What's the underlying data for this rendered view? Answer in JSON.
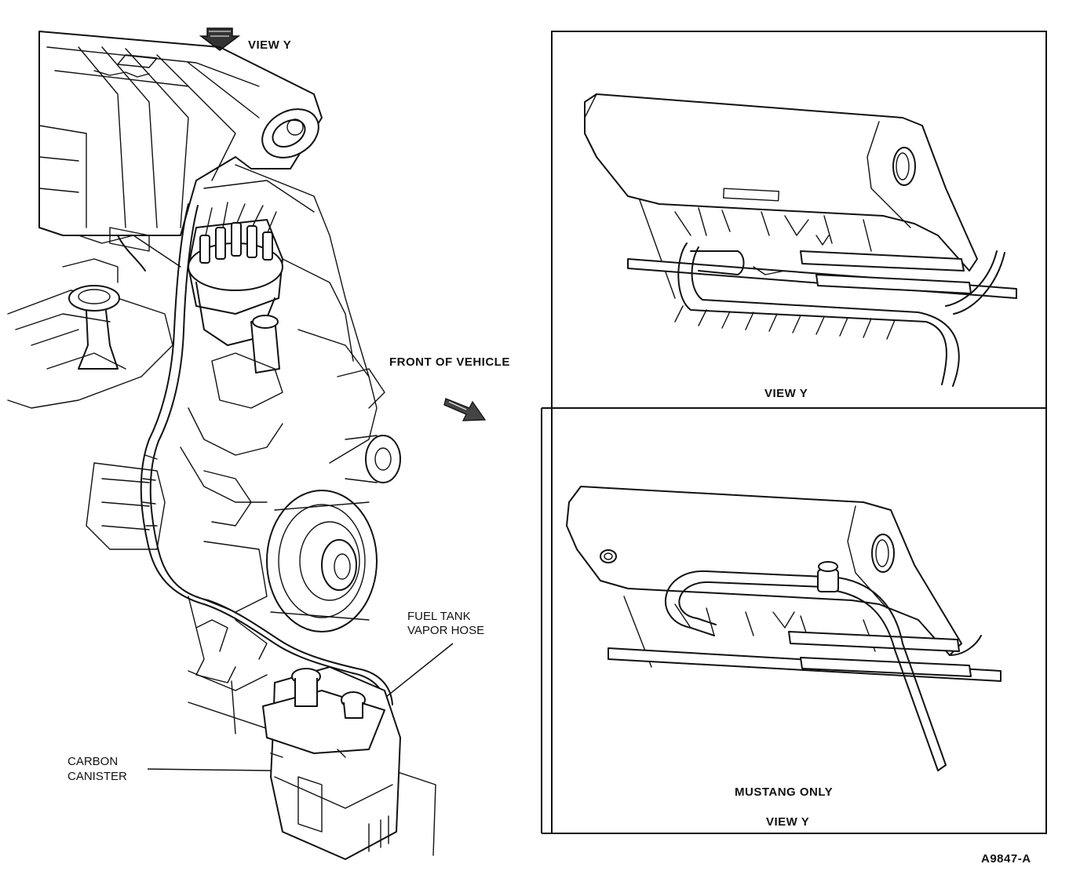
{
  "labels": {
    "view_y_top": "VIEW Y",
    "front_of_vehicle": "FRONT OF VEHICLE",
    "fuel_tank_vapor_hose_line1": "FUEL TANK",
    "fuel_tank_vapor_hose_line2": "VAPOR HOSE",
    "carbon_canister_line1": "CARBON",
    "carbon_canister_line2": "CANISTER",
    "view_y_upper_panel": "VIEW Y",
    "mustang_only": "MUSTANG ONLY",
    "view_y_lower_panel": "VIEW Y",
    "figure_id": "A9847-A"
  }
}
